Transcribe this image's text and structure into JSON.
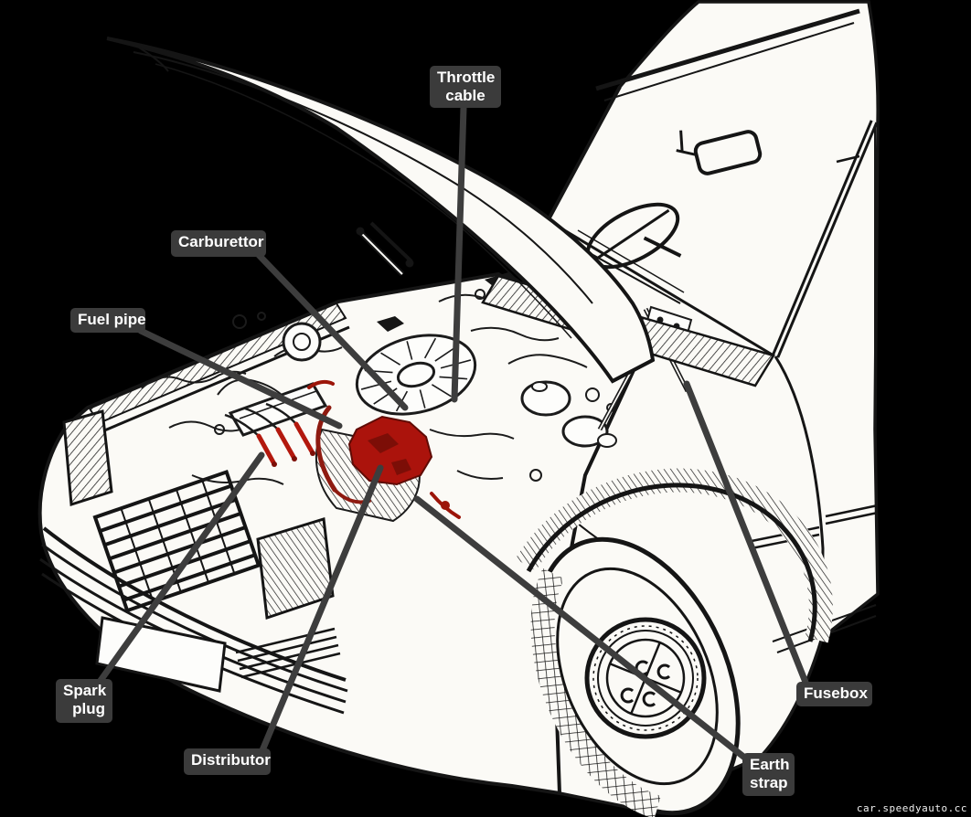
{
  "diagram": {
    "subject": "Car engine bay cutaway with labelled ignition and fuel components",
    "watermark": "car.speedyauto.cc",
    "labels": [
      {
        "id": "throttle-cable",
        "part": "Throttle cable",
        "line1": "Throttle",
        "line2": "cable"
      },
      {
        "id": "carburettor",
        "part": "Carburettor",
        "line1": "Carburettor",
        "line2": ""
      },
      {
        "id": "fuel-pipe",
        "part": "Fuel pipe",
        "line1": "Fuel pipe",
        "line2": ""
      },
      {
        "id": "spark-plug",
        "part": "Spark plug",
        "line1": "Spark",
        "line2": "plug"
      },
      {
        "id": "distributor",
        "part": "Distributor",
        "line1": "Distributor",
        "line2": ""
      },
      {
        "id": "earth-strap",
        "part": "Earth strap",
        "line1": "Earth",
        "line2": "strap"
      },
      {
        "id": "fusebox",
        "part": "Fusebox",
        "line1": "Fusebox",
        "line2": ""
      }
    ],
    "colors": {
      "background": "#000000",
      "label_bg": "#3b3b3b",
      "label_text": "#ffffff",
      "leader": "#3d3d3d",
      "line_art": "#151515",
      "paper": "#fbfaf6",
      "highlight_red": "#ab130c",
      "highlight_red_dark": "#7c0e07"
    }
  }
}
